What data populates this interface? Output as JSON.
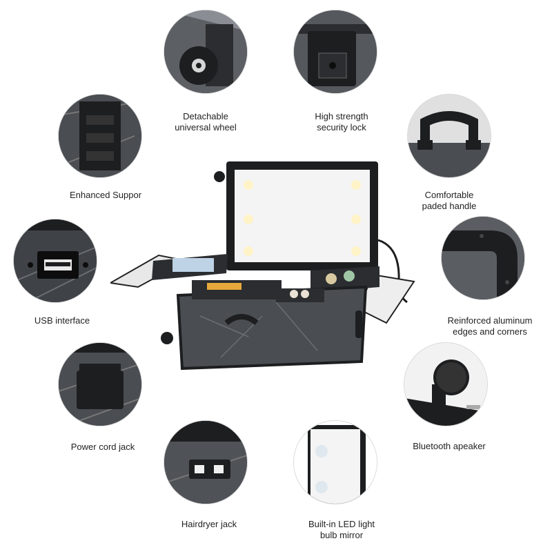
{
  "features": {
    "wheel": "Detachable\nuniversal wheel",
    "lock": "High strength\nsecurity lock",
    "support": "Enhanced Suppor",
    "handle": "Comfortable\npaded handle",
    "usb": "USB interface",
    "edges": "Reinforced aluminum\nedges and corners",
    "power": "Power cord jack",
    "speaker": "Bluetooth apeaker",
    "hairdryer": "Hairdryer jack",
    "mirror": "Built-in LED light\nbulb mirror"
  },
  "icons": {
    "wheel": "wheel-icon",
    "lock": "lock-icon",
    "support": "hinge-icon",
    "handle": "handle-icon",
    "usb": "usb-port-icon",
    "edges": "corner-icon",
    "power": "power-jack-icon",
    "speaker": "speaker-icon",
    "hairdryer": "outlet-icon",
    "mirror": "mirror-icon"
  },
  "colors": {
    "case": "#2b2d30",
    "marble": "#4a4d52",
    "mirror_glow": "#f4f4f4",
    "bulb": "#fff3c8"
  }
}
